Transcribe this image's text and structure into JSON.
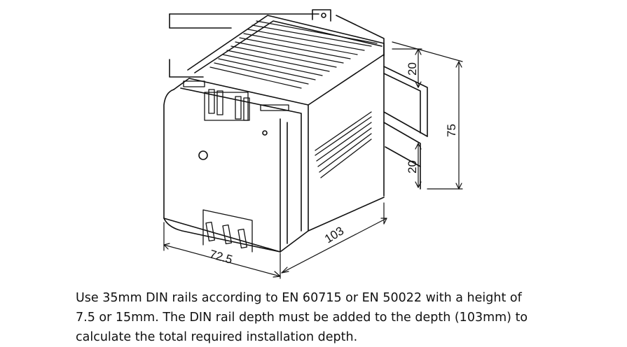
{
  "dimensions": {
    "width": "72.5",
    "depth": "103",
    "height_total": "75",
    "offset_top": "20",
    "offset_bottom": "20"
  },
  "caption": {
    "line1": "Use 35mm DIN rails according to EN 60715 or EN 50022 with a height of",
    "line2": "7.5 or 15mm. The DIN rail depth must be added to the depth (103mm) to",
    "line3": "calculate the total required installation depth."
  }
}
